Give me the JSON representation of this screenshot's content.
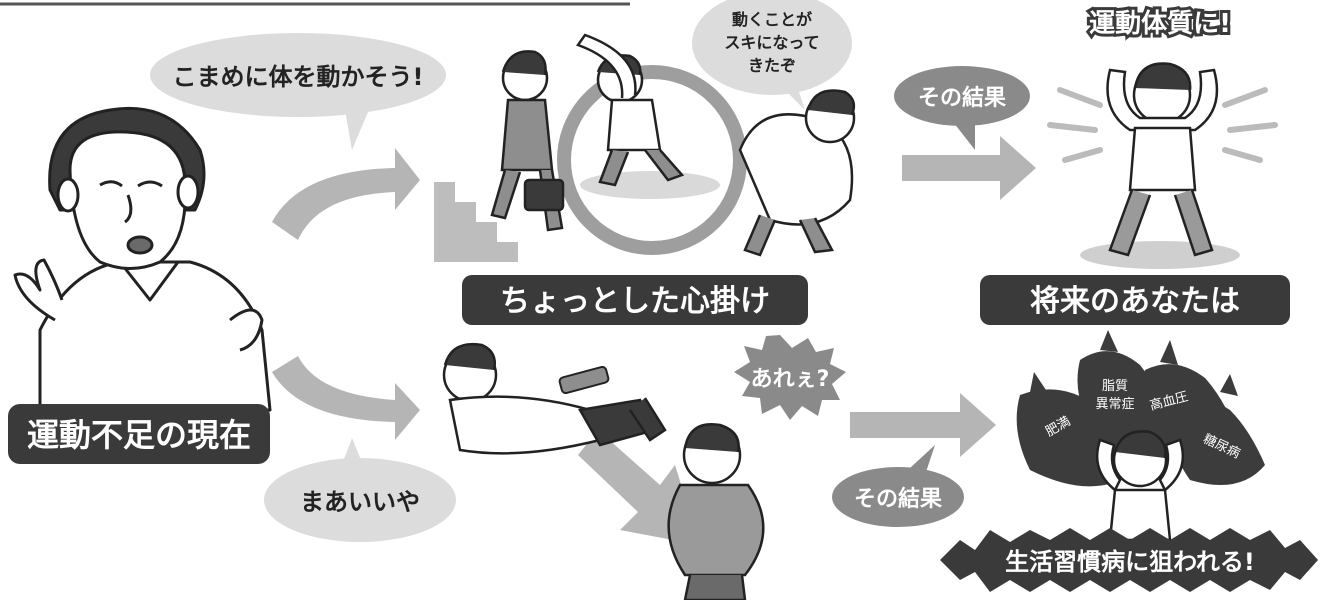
{
  "colors": {
    "label_bg": "#3a3a3a",
    "bubble_bg": "#dcdcdc",
    "bubble_dark": "#8a8a8a",
    "arrow": "#b5b5b5",
    "ink": "#222222",
    "germ": "#3c3c3c"
  },
  "labels": {
    "current": "運動不足の現在",
    "effort": "ちょっとした心掛け",
    "future": "将来のあなたは",
    "disease": "生活習慣病に狙われる!"
  },
  "bubbles": {
    "move_more": "こまめに体を動かそう!",
    "enjoy_line1": "動くことが",
    "enjoy_line2": "スキになって",
    "enjoy_line3": "きたぞ",
    "result_top": "その結果",
    "whatever": "まあいいや",
    "huh": "あれぇ?",
    "result_bottom": "その結果"
  },
  "titles": {
    "fit_body": "運動体質に!"
  },
  "diseases": {
    "obesity": "肥満",
    "lipid_line1": "脂質",
    "lipid_line2": "異常症",
    "hypertension": "高血圧",
    "diabetes": "糖尿病"
  },
  "icons": {
    "stairs": "stairs-icon",
    "remote": "remote-control-icon",
    "germ": "germ-monster-icon"
  }
}
